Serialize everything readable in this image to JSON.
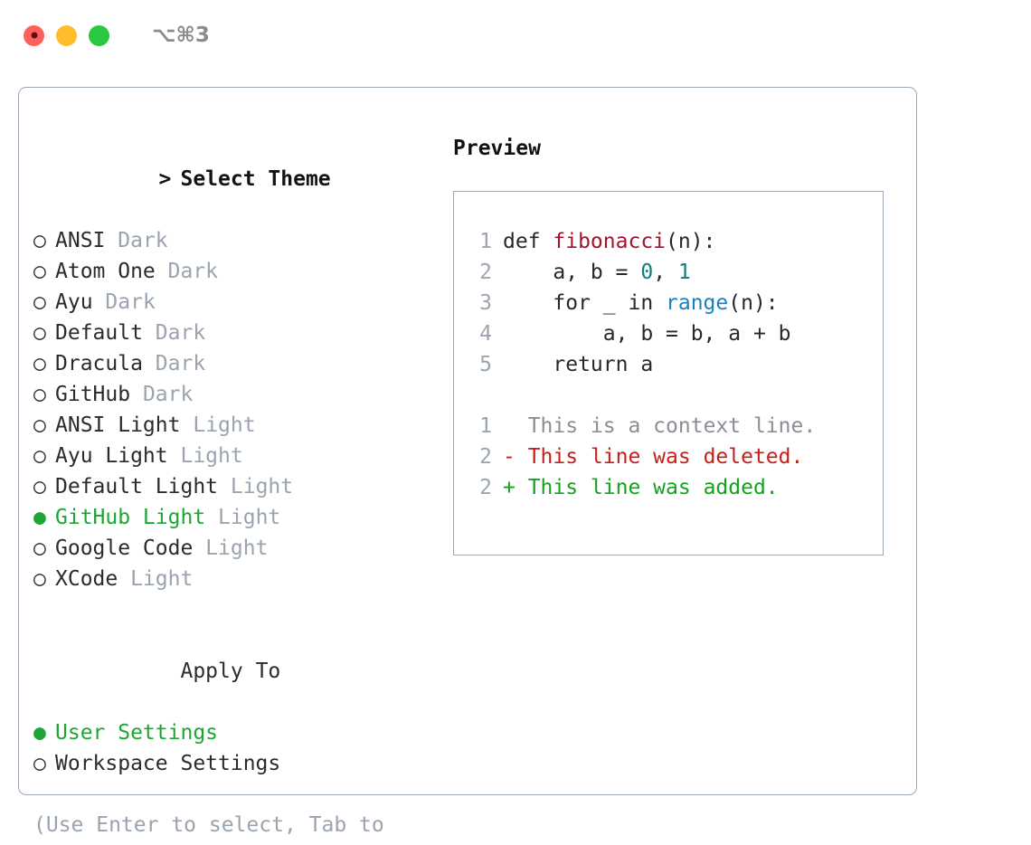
{
  "titlebar": {
    "shortcut": "⌥⌘3",
    "lights": [
      "close-red",
      "minimize-yellow",
      "zoom-green"
    ]
  },
  "left_panel": {
    "header": {
      "prefix": "> ",
      "label": "Select Theme"
    },
    "themes": [
      {
        "bullet": "○",
        "name": "ANSI",
        "badge": "Dark",
        "selected": false
      },
      {
        "bullet": "○",
        "name": "Atom One",
        "badge": "Dark",
        "selected": false
      },
      {
        "bullet": "○",
        "name": "Ayu",
        "badge": "Dark",
        "selected": false
      },
      {
        "bullet": "○",
        "name": "Default",
        "badge": "Dark",
        "selected": false
      },
      {
        "bullet": "○",
        "name": "Dracula",
        "badge": "Dark",
        "selected": false
      },
      {
        "bullet": "○",
        "name": "GitHub",
        "badge": "Dark",
        "selected": false
      },
      {
        "bullet": "○",
        "name": "ANSI Light",
        "badge": "Light",
        "selected": false
      },
      {
        "bullet": "○",
        "name": "Ayu Light",
        "badge": "Light",
        "selected": false
      },
      {
        "bullet": "○",
        "name": "Default Light",
        "badge": "Light",
        "selected": false
      },
      {
        "bullet": "●",
        "name": "GitHub Light",
        "badge": "Light",
        "selected": true
      },
      {
        "bullet": "○",
        "name": "Google Code",
        "badge": "Light",
        "selected": false
      },
      {
        "bullet": "○",
        "name": "XCode",
        "badge": "Light",
        "selected": false
      }
    ],
    "apply_to": {
      "header": "Apply To",
      "options": [
        {
          "bullet": "●",
          "label": "User Settings",
          "selected": true
        },
        {
          "bullet": "○",
          "label": "Workspace Settings",
          "selected": false
        }
      ]
    },
    "help_text": "(Use Enter to select, Tab to change focus)"
  },
  "right_panel": {
    "title": "Preview",
    "code_lines": [
      {
        "num": "1",
        "tokens": [
          {
            "t": "def ",
            "c": "plain"
          },
          {
            "t": "fibonacci",
            "c": "fn"
          },
          {
            "t": "(n):",
            "c": "plain"
          }
        ]
      },
      {
        "num": "2",
        "tokens": [
          {
            "t": "    a, b = ",
            "c": "plain"
          },
          {
            "t": "0",
            "c": "num"
          },
          {
            "t": ", ",
            "c": "plain"
          },
          {
            "t": "1",
            "c": "num"
          }
        ]
      },
      {
        "num": "3",
        "tokens": [
          {
            "t": "    for _ in ",
            "c": "plain"
          },
          {
            "t": "range",
            "c": "call"
          },
          {
            "t": "(n):",
            "c": "plain"
          }
        ]
      },
      {
        "num": "4",
        "tokens": [
          {
            "t": "        a, b = b, a + b",
            "c": "plain"
          }
        ]
      },
      {
        "num": "5",
        "tokens": [
          {
            "t": "    return a",
            "c": "plain"
          }
        ]
      }
    ],
    "diff_lines": [
      {
        "num": "1",
        "marker": "  ",
        "text": "This is a context line.",
        "kind": "ctx"
      },
      {
        "num": "2",
        "marker": "- ",
        "text": "This line was deleted.",
        "kind": "del"
      },
      {
        "num": "2",
        "marker": "+ ",
        "text": "This line was added.",
        "kind": "add"
      }
    ]
  },
  "colors": {
    "accent_green": "#1da633",
    "muted_gray": "#9aa3b0",
    "border": "#9ba7b4",
    "code_fn": "#a3142b",
    "code_num": "#0f7d78",
    "code_call": "#1a7fc1",
    "diff_del": "#c5201c",
    "diff_add": "#14a31d",
    "light_red": "#ff605c",
    "light_yellow": "#ffbd2e",
    "light_green": "#28c840"
  }
}
